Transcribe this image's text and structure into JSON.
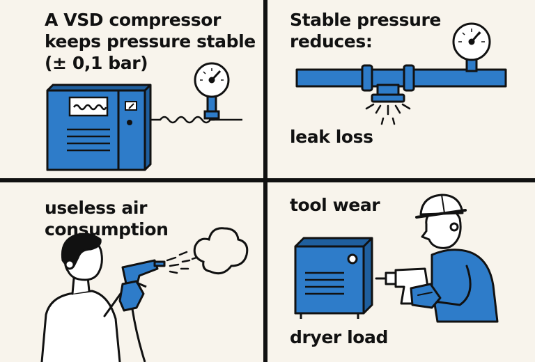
{
  "panels": {
    "top_left": {
      "lines": [
        "A VSD compressor",
        "keeps pressure stable",
        "(± 0,1 bar)"
      ]
    },
    "top_right": {
      "title_lines": [
        "Stable pressure",
        "reduces:"
      ],
      "caption": "leak loss"
    },
    "bottom_left": {
      "lines": [
        "useless air",
        "consumption"
      ]
    },
    "bottom_right": {
      "title": "tool wear",
      "caption": "dryer load"
    }
  },
  "colors": {
    "background": "#f8f4ec",
    "accent_blue": "#2e7cc9",
    "outline": "#111111"
  }
}
